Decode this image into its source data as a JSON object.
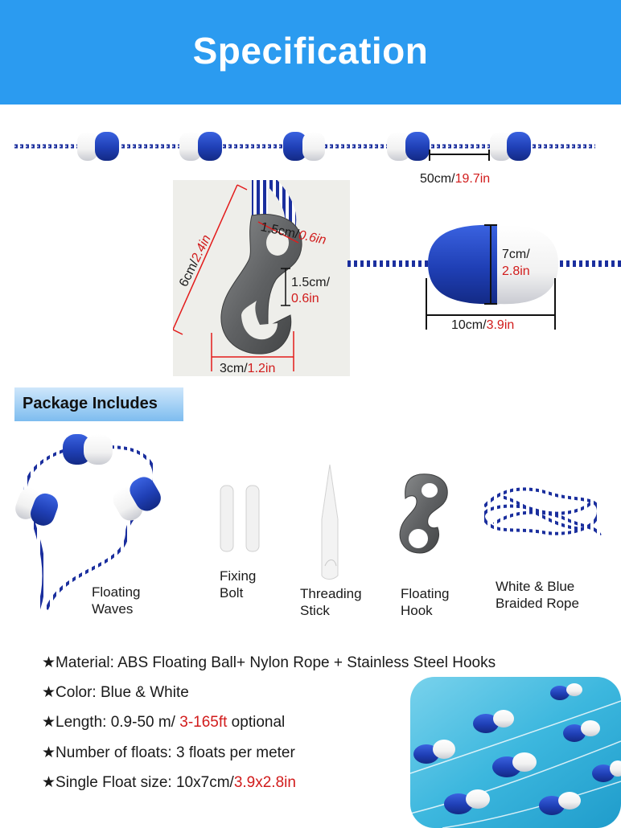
{
  "header": {
    "title": "Specification"
  },
  "rope_spacing": {
    "cm": "50cm/",
    "inch": "19.7in"
  },
  "hook_dimensions": {
    "length_cm": "6cm/",
    "length_in": "2.4in",
    "eye_cm": "1.5cm/",
    "eye_in": "0.6in",
    "gap_cm": "1.5cm/",
    "gap_in": "0.6in",
    "width_cm": "3cm/",
    "width_in": "1.2in"
  },
  "float_dimensions": {
    "height_cm": "7cm/",
    "height_in": "2.8in",
    "width_cm": "10cm/",
    "width_in": "3.9in"
  },
  "package": {
    "title": "Package Includes",
    "items": [
      {
        "line1": "Floating",
        "line2": "Waves"
      },
      {
        "line1": "Fixing",
        "line2": "Bolt"
      },
      {
        "line1": "Threading",
        "line2": "Stick"
      },
      {
        "line1": "Floating",
        "line2": "Hook"
      },
      {
        "line1": "White & Blue",
        "line2": "Braided Rope"
      }
    ]
  },
  "specs": {
    "material": "★Material: ABS Floating Ball+ Nylon Rope + Stainless Steel Hooks",
    "color": "★Color: Blue & White",
    "length_prefix": "★Length: 0.9-50 m/ ",
    "length_red": "3-165ft",
    "length_suffix": " optional",
    "floats": "★Number of floats: 3 floats per meter",
    "size_prefix": "★Single Float size: 10x7cm/",
    "size_red": "3.9x2.8in"
  },
  "colors": {
    "header": "#2b9bf0",
    "float_blue": "#1f3fb5",
    "accent_red": "#d11b1b"
  }
}
